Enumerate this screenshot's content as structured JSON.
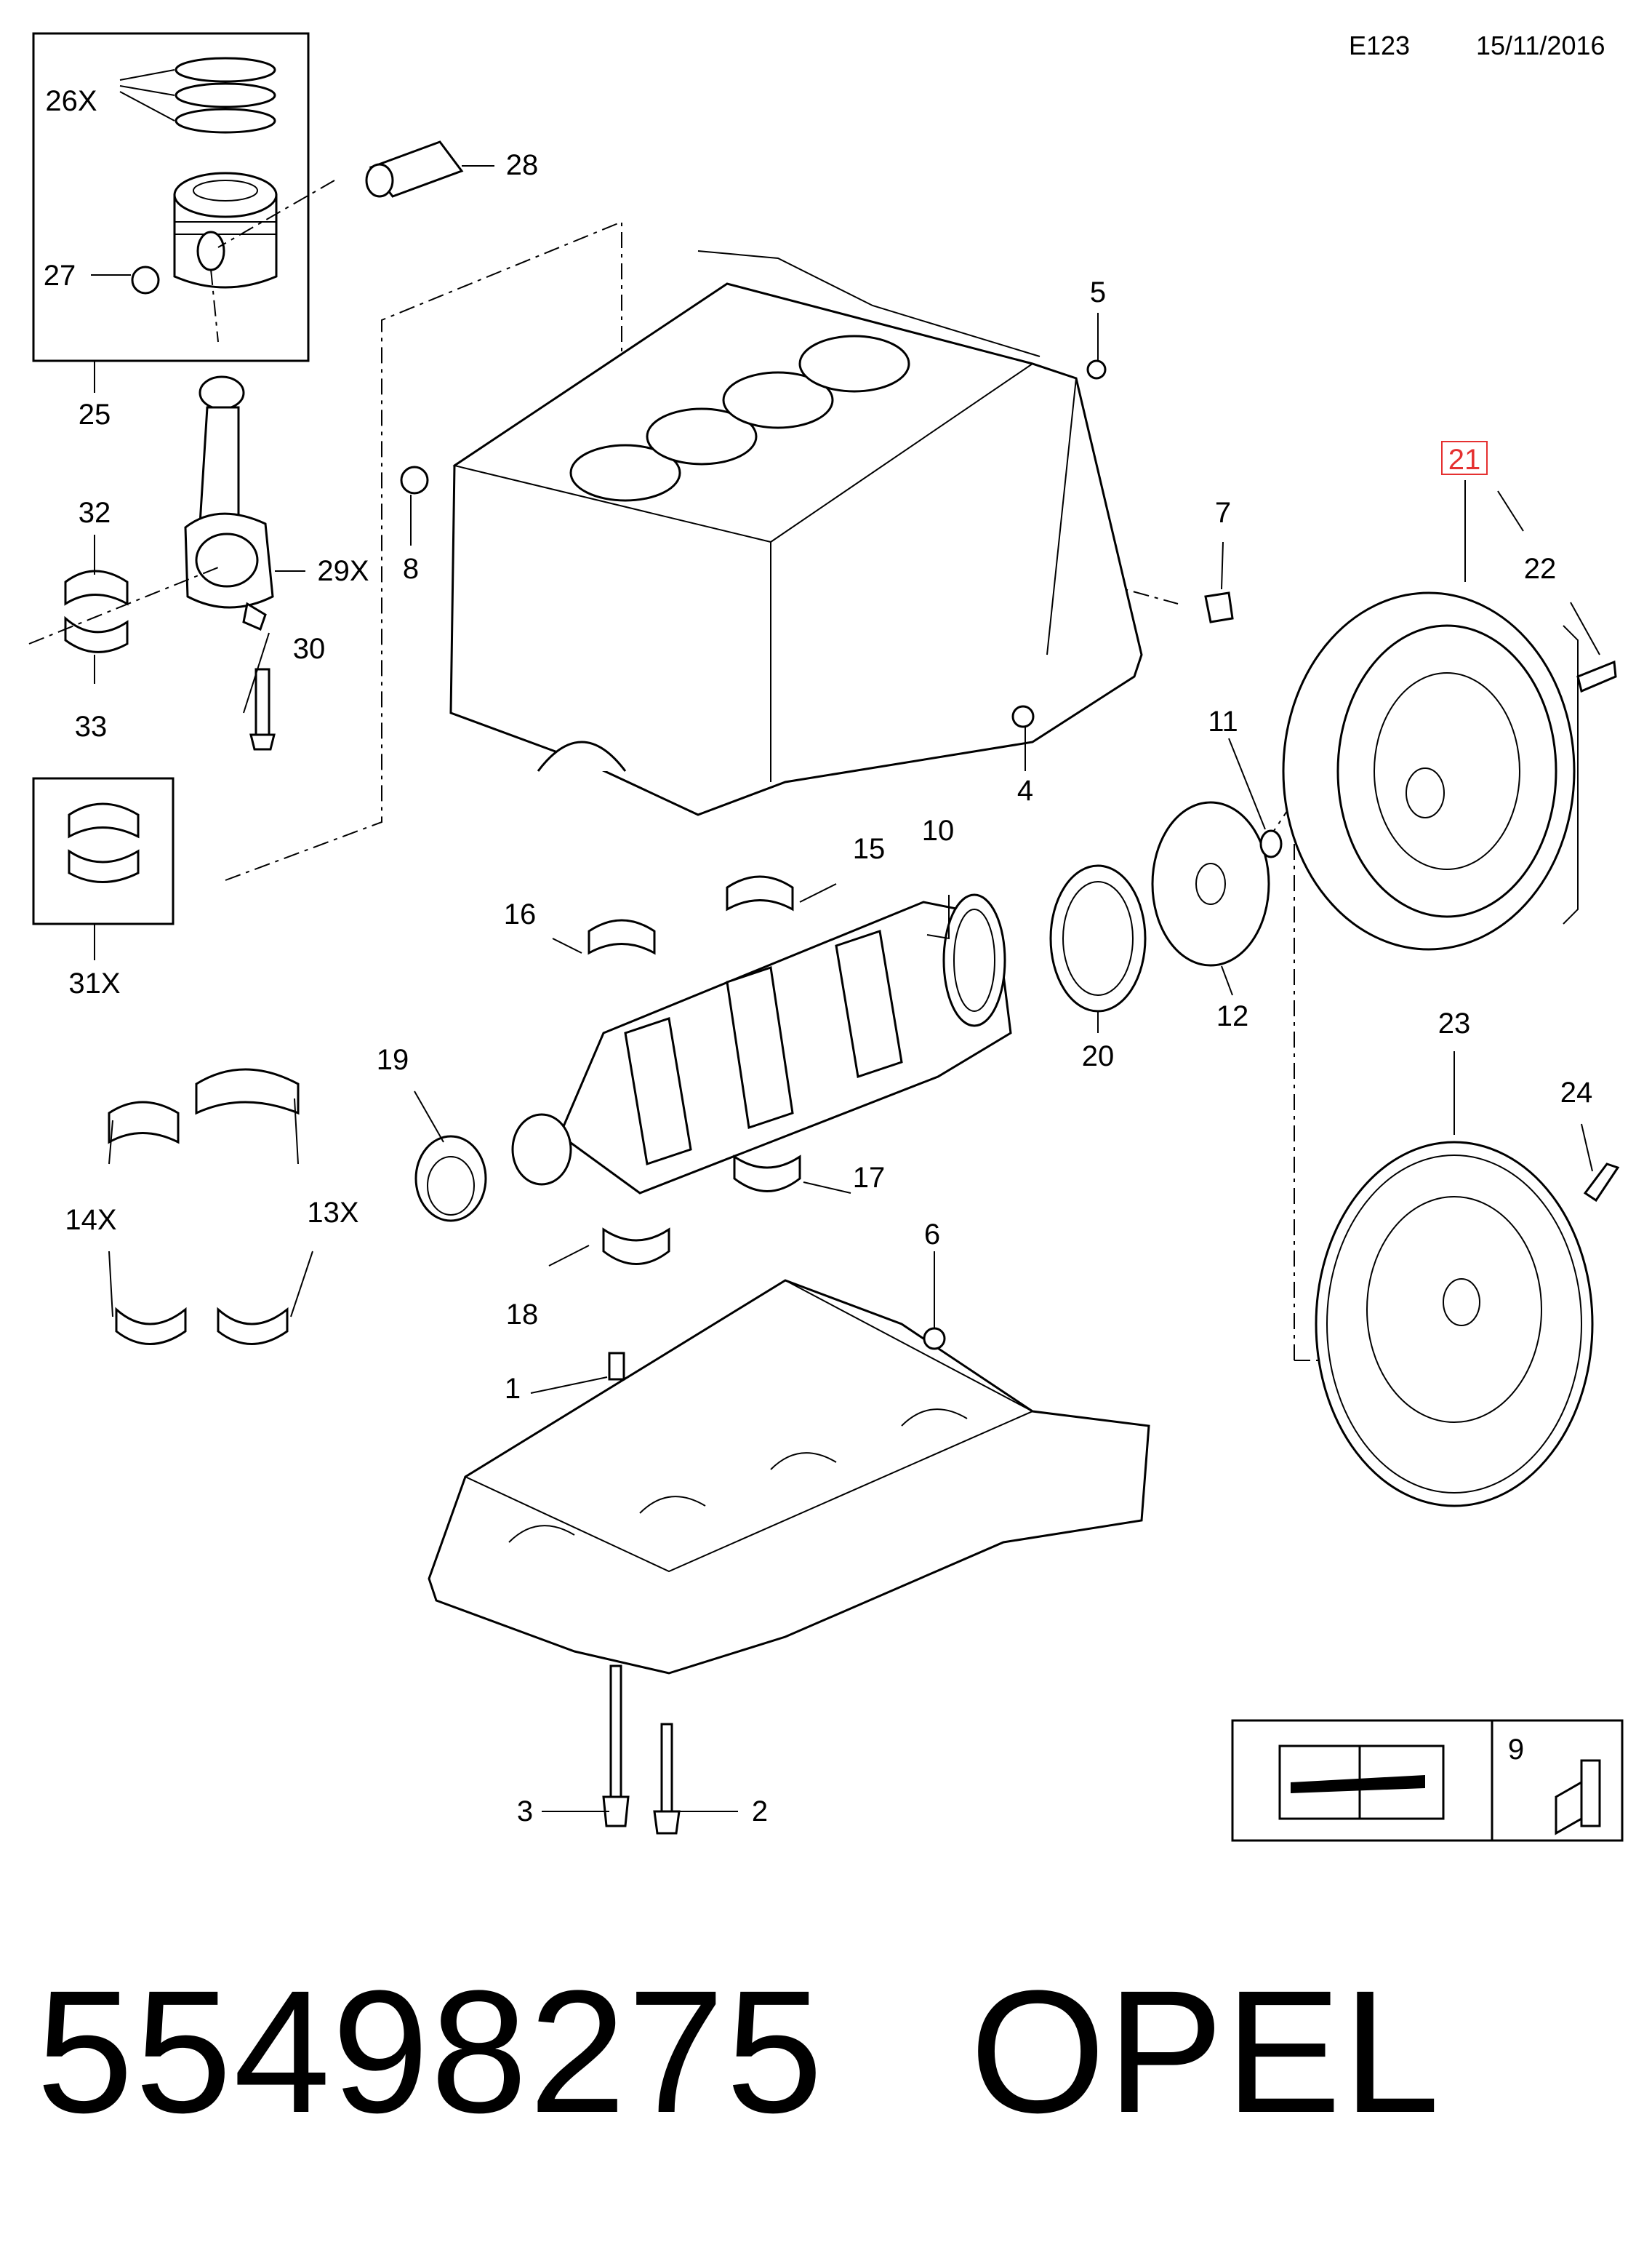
{
  "header": {
    "code": "E123",
    "date": "15/11/2016"
  },
  "callouts": {
    "c1": "1",
    "c2": "2",
    "c3": "3",
    "c4": "4",
    "c5": "5",
    "c6": "6",
    "c7": "7",
    "c8": "8",
    "c9": "9",
    "c10": "10",
    "c11": "11",
    "c12": "12",
    "c13": "13X",
    "c14": "14X",
    "c15": "15",
    "c16": "16",
    "c17": "17",
    "c18": "18",
    "c19": "19",
    "c20": "20",
    "c21": "21",
    "c22": "22",
    "c23": "23",
    "c24": "24",
    "c25": "25",
    "c26": "26X",
    "c27": "27",
    "c28": "28",
    "c29": "29X",
    "c30": "30",
    "c31": "31X",
    "c32": "32",
    "c33": "33"
  },
  "highlighted_callout": "21",
  "caption": {
    "part_number": "55498275",
    "brand": "OPEL"
  },
  "icons": [
    "manual-wrench-icon",
    "sealant-tube-icon"
  ]
}
